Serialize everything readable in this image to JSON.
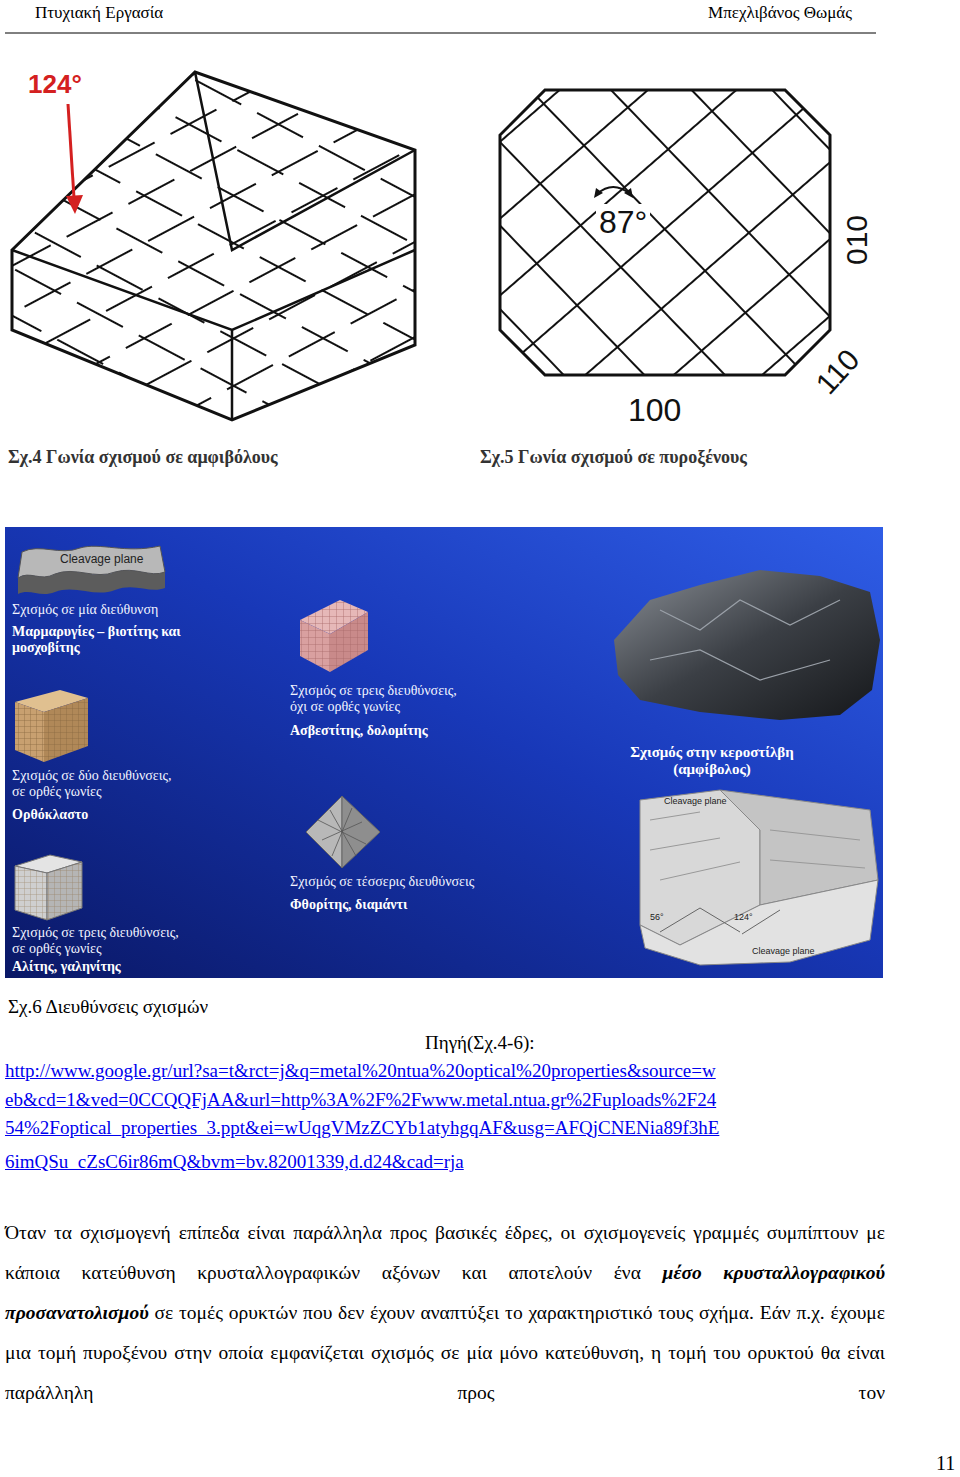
{
  "diagram": {
    "labels": [
      "Πτυχιακή Εργασία",
      "Μπεχλιβάνος Θωμάς",
      "124°",
      "87°",
      "010",
      "110",
      "100",
      "Σχ.4 Γωνία σχισμού σε αμφιβόλους",
      "Σχ.5 Γωνία σχισμού σε πυροξένους",
      "Cleavage plane",
      "Σχισμός σε μία διεύθυνση",
      "Μαρμαρυγίες – βιοτίτης και μοσχοβίτης",
      "Σχισμός σε τρεις διευθύνσεις, όχι σε ορθές γωνίες",
      "Ασβεστίτης, δολομίτης",
      "Σχισμός στην κεροστίλβη (αμφίβολος)",
      "Σχισμός σε δύο διευθύνσεις, σε ορθές γωνίες",
      "Ορθόκλαστο",
      "Cleavage plane",
      "56°",
      "124°",
      "Cleavage plane",
      "Σχισμός σε τέσσερις διευθύνσεις",
      "Φθορίτης, διαμάντι",
      "Σχισμός σε τρεις διευθύνσεις, σε ορθές γωνίες",
      "Αλίτης, γαληνίτης",
      "Σχ.6 Διευθύνσεις σχισμών",
      "Πηγή(Σχ.4-6):",
      "http://www.google.gr/url?sa=t&rct=j&q=metal%20ntua%20optical%20properties&source=w",
      "eb&cd=1&ved=0CCQQFjAA&url=http%3A%2F%2Fwww.metal.ntua.gr%2Fuploads%2F24",
      "54%2Foptical_properties_3.ppt&ei=wUqgVMzZCYb1atyhgqAF&usg=AFQjCNENia89f3hE",
      "6imQSu_cZsC6ir86mQ&bvm=bv.82001339,d.d24&cad=rja",
      "Όταν τα σχισμογενή επίπεδα είναι παράλληλα προς βασικές έδρες, οι σχισμογενείς γραμμές συμπίπτουν με κάποια κατεύθυνση κρυσταλλογραφικών αξόνων και αποτελούν ένα",
      "μέσο κρυσταλλογραφικού προσανατολισμού",
      "σε τομές ορυκτών που δεν έχουν αναπτύξει το χαρακτηριστικό τους σχήμα. Εάν π.χ. έχουμε μια τομή πυροξένου στην οποία εμφανίζεται σχισμός σε μία μόνο κατεύθυνση, η τομή του ορυκτού θα είναι παράλληλη προς τον",
      "11"
    ]
  }
}
